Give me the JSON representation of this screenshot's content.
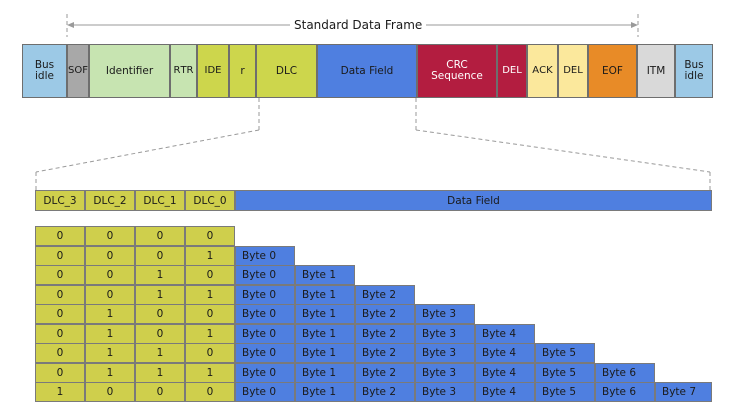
{
  "title": "Standard Data Frame",
  "colors": {
    "bus_idle": "#9cc9e6",
    "sof": "#a8a8a8",
    "identifier": "#c7e4b1",
    "rtr": "#c7e4b1",
    "ide": "#cdd64c",
    "r": "#cdd64c",
    "dlc": "#cdd64c",
    "data_field": "#4f7fe0",
    "crc": "#b31d40",
    "del": "#b31d40",
    "ack": "#fbe89c",
    "eof": "#e88b27",
    "itm": "#d9d9d9",
    "table_yellow": "#cfcf4c",
    "table_blue": "#4f7fe0"
  },
  "frame_segments": [
    {
      "key": "bus_idle_start",
      "label": "Bus\nidle",
      "vertical": false,
      "color": "#9cc9e6",
      "text_color": "#1a1a1a"
    },
    {
      "key": "sof",
      "label": "SOF",
      "vertical": true,
      "color": "#a8a8a8",
      "text_color": "#1a1a1a"
    },
    {
      "key": "identifier",
      "label": "Identifier",
      "vertical": false,
      "color": "#c7e4b1",
      "text_color": "#1a1a1a"
    },
    {
      "key": "rtr",
      "label": "RTR",
      "vertical": true,
      "color": "#c7e4b1",
      "text_color": "#1a1a1a"
    },
    {
      "key": "ide",
      "label": "IDE",
      "vertical": true,
      "color": "#cdd64c",
      "text_color": "#1a1a1a"
    },
    {
      "key": "r",
      "label": "r",
      "vertical": false,
      "color": "#cdd64c",
      "text_color": "#1a1a1a"
    },
    {
      "key": "dlc",
      "label": "DLC",
      "vertical": false,
      "color": "#cdd64c",
      "text_color": "#1a1a1a"
    },
    {
      "key": "data_field",
      "label": "Data Field",
      "vertical": false,
      "color": "#4f7fe0",
      "text_color": "#1a1a1a"
    },
    {
      "key": "crc_sequence",
      "label": "CRC\nSequence",
      "vertical": false,
      "color": "#b31d40",
      "text_color": "#ffffff"
    },
    {
      "key": "crc_del",
      "label": "DEL",
      "vertical": true,
      "color": "#b31d40",
      "text_color": "#ffffff"
    },
    {
      "key": "ack",
      "label": "ACK",
      "vertical": true,
      "color": "#fbe89c",
      "text_color": "#1a1a1a"
    },
    {
      "key": "ack_del",
      "label": "DEL",
      "vertical": true,
      "color": "#fbe89c",
      "text_color": "#1a1a1a"
    },
    {
      "key": "eof",
      "label": "EOF",
      "vertical": false,
      "color": "#e88b27",
      "text_color": "#1a1a1a"
    },
    {
      "key": "itm",
      "label": "ITM",
      "vertical": false,
      "color": "#d9d9d9",
      "text_color": "#1a1a1a"
    },
    {
      "key": "bus_idle_end",
      "label": "Bus\nidle",
      "vertical": false,
      "color": "#9cc9e6",
      "text_color": "#1a1a1a"
    }
  ],
  "dlc_headers": [
    "DLC_3",
    "DLC_2",
    "DLC_1",
    "DLC_0"
  ],
  "data_field_header": "Data Field",
  "rows": [
    {
      "bits": [
        "0",
        "0",
        "0",
        "0"
      ],
      "bytes": []
    },
    {
      "bits": [
        "0",
        "0",
        "0",
        "1"
      ],
      "bytes": [
        "Byte 0"
      ]
    },
    {
      "bits": [
        "0",
        "0",
        "1",
        "0"
      ],
      "bytes": [
        "Byte 0",
        "Byte 1"
      ]
    },
    {
      "bits": [
        "0",
        "0",
        "1",
        "1"
      ],
      "bytes": [
        "Byte 0",
        "Byte 1",
        "Byte 2"
      ]
    },
    {
      "bits": [
        "0",
        "1",
        "0",
        "0"
      ],
      "bytes": [
        "Byte 0",
        "Byte 1",
        "Byte 2",
        "Byte 3"
      ]
    },
    {
      "bits": [
        "0",
        "1",
        "0",
        "1"
      ],
      "bytes": [
        "Byte 0",
        "Byte 1",
        "Byte 2",
        "Byte 3",
        "Byte 4"
      ]
    },
    {
      "bits": [
        "0",
        "1",
        "1",
        "0"
      ],
      "bytes": [
        "Byte 0",
        "Byte 1",
        "Byte 2",
        "Byte 3",
        "Byte 4",
        "Byte 5"
      ]
    },
    {
      "bits": [
        "0",
        "1",
        "1",
        "1"
      ],
      "bytes": [
        "Byte 0",
        "Byte 1",
        "Byte 2",
        "Byte 3",
        "Byte 4",
        "Byte 5",
        "Byte 6"
      ]
    },
    {
      "bits": [
        "1",
        "0",
        "0",
        "0"
      ],
      "bytes": [
        "Byte 0",
        "Byte 1",
        "Byte 2",
        "Byte 3",
        "Byte 4",
        "Byte 5",
        "Byte 6",
        "Byte 7"
      ]
    }
  ]
}
